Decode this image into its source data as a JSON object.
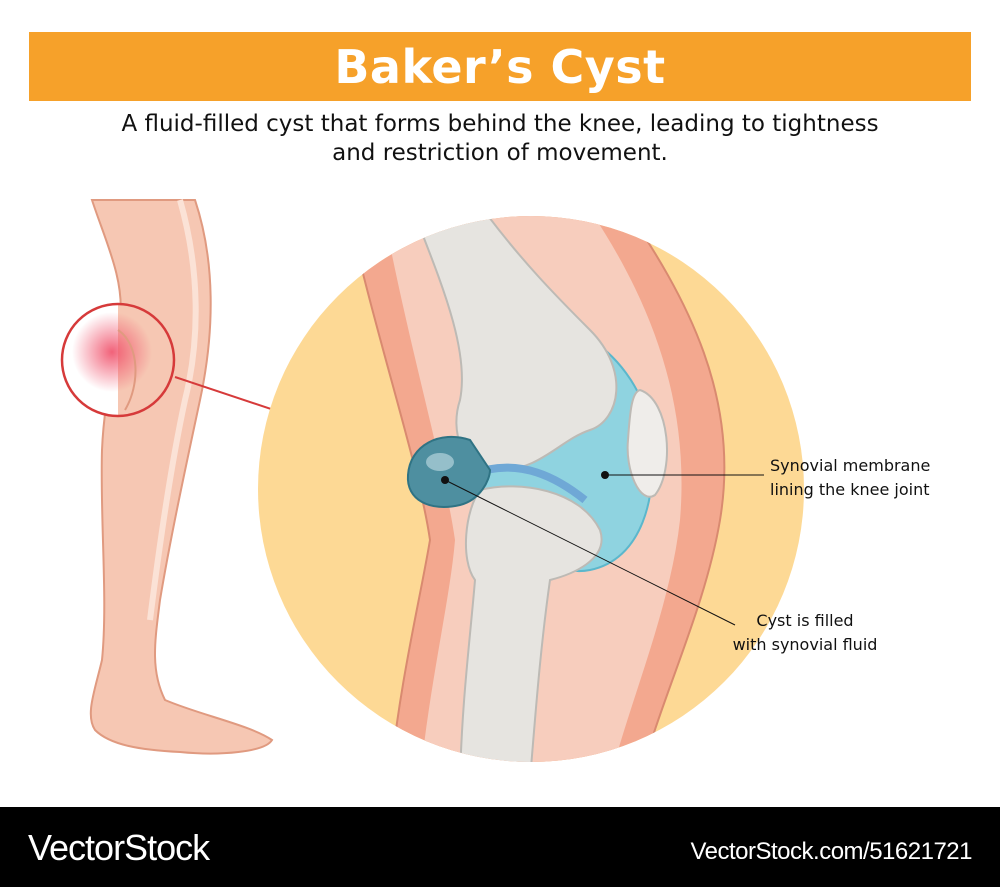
{
  "title": "Baker’s Cyst",
  "subtitle": {
    "line1": "A fluid-filled cyst that forms behind the knee, leading to tightness",
    "line2": "and restriction of movement."
  },
  "labels": {
    "synovial_membrane": {
      "line1": "Synovial membrane",
      "line2": "lining the knee joint"
    },
    "cyst": {
      "line1": "Cyst is filled",
      "line2": "with synovial fluid"
    }
  },
  "footer": {
    "logo": "VectorStock",
    "url": "VectorStock.com/51621721"
  },
  "colors": {
    "banner": "#F6A12A",
    "background_circle": "#FDD995",
    "skin": "#F6C7B3",
    "bone": "#E6E4E0",
    "synovial": "#8FD3E0",
    "highlight_ring": "#D63A3A"
  }
}
